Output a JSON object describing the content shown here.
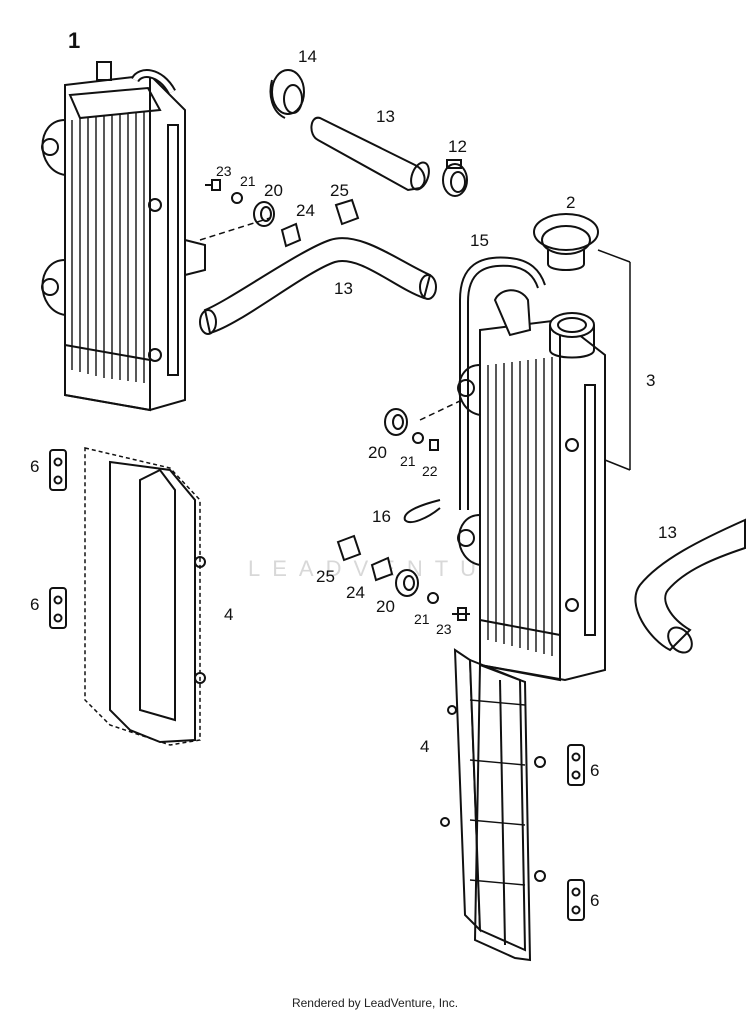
{
  "watermark": "LEADVENTURE",
  "footer": "Rendered by LeadVenture, Inc.",
  "labels": {
    "l1": "1",
    "l14": "14",
    "l13a": "13",
    "l12": "12",
    "l23a": "23",
    "l21a": "21",
    "l20a": "20",
    "l25a": "25",
    "l24a": "24",
    "l13b": "13",
    "l2": "2",
    "l15": "15",
    "l3": "3",
    "l20b": "20",
    "l21b": "21",
    "l22": "22",
    "l16": "16",
    "l13c": "13",
    "l25b": "25",
    "l24b": "24",
    "l20c": "20",
    "l21c": "21",
    "l23b": "23",
    "l6a": "6",
    "l6b": "6",
    "l4a": "4",
    "l4b": "4",
    "l6c": "6",
    "l6d": "6"
  }
}
